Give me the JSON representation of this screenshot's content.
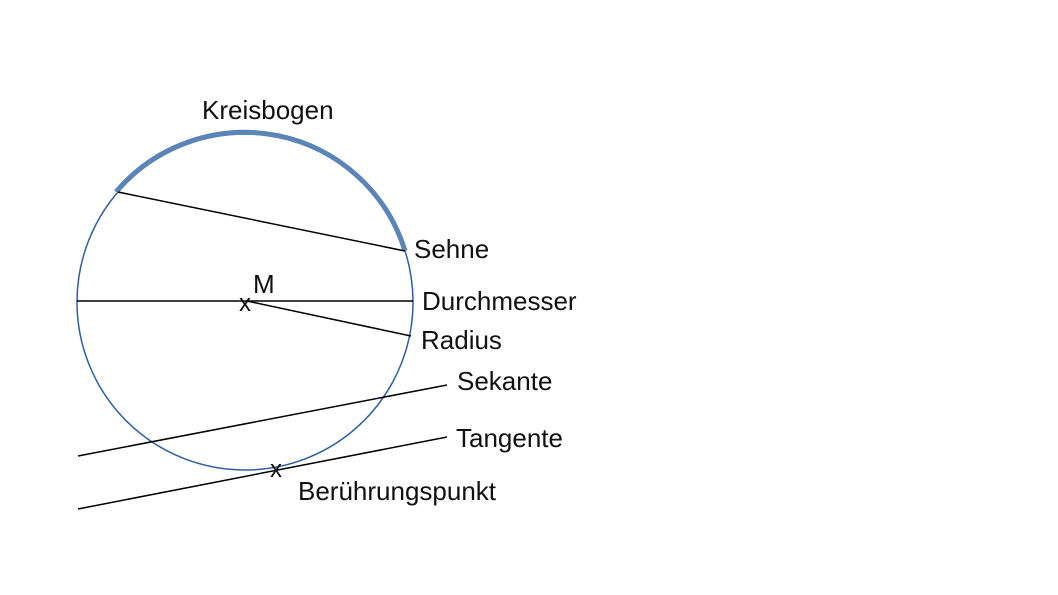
{
  "colors": {
    "circle_stroke": "#2f5f9e",
    "arc_stroke": "#5b84b8",
    "line_stroke": "#000000",
    "text": "#111111",
    "background": "#ffffff"
  },
  "labels": {
    "kreisbogen": "Kreisbogen",
    "sehne": "Sehne",
    "mittelpunkt": "M",
    "durchmesser": "Durchmesser",
    "radius": "Radius",
    "sekante": "Sekante",
    "tangente": "Tangente",
    "beruehrungspunkt": "Berührungspunkt"
  },
  "markers": {
    "center_mark": "x",
    "touch_mark": "x"
  }
}
